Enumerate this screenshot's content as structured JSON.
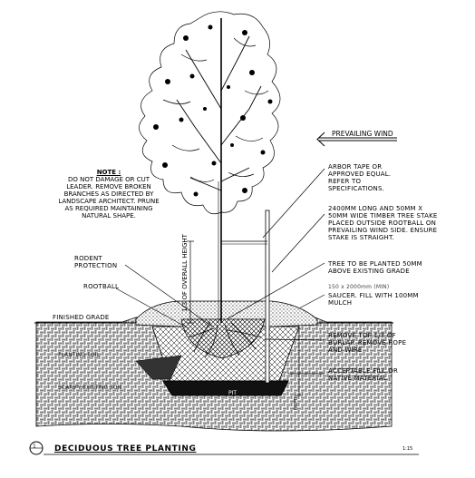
{
  "title": "DECIDUOUS TREE PLANTING",
  "scale": "1:15",
  "detail_number": "1",
  "note": {
    "heading": "NOTE :",
    "text": "DO NOT DAMAGE OR CUT LEADER. REMOVE BROKEN BRANCHES AS DIRECTED BY LANDSCAPE ARCHITECT. PRUNE AS REQUIRED MAINTAINING NATURAL SHAPE."
  },
  "prevailing_wind": "PREVAILING WIND",
  "labels": {
    "arbor_tape": "ARBOR TAPE OR APPROVED EQUAL. REFER TO SPECIFICATIONS.",
    "stake": "2400mm LONG AND 50mm X 50mm WIDE TIMBER TREE STAKE PLACED OUTSIDE ROOTBALL ON PREVAILING WIND SIDE. ENSURE STAKE IS STRAIGHT.",
    "tree_planted": "TREE TO BE PLANTED 50mm ABOVE EXISTING GRADE",
    "saucer_dim": "150 x 2000mm (MIN)",
    "saucer": "SAUCER. FILL WITH 100mm MULCH",
    "remove_burlap": "REMOVE TOP 1/3 OF BURLAP. REMOVE ROPE AND WIRE",
    "fill": "ACCEPTABLE FILL OR NATIVE MATERIAL",
    "rodent": "RODENT PROTECTION",
    "rootball": "ROOTBALL",
    "finished_grade": "FINISHED GRADE",
    "overall_height": "1/3 OF OVERALL HEIGHT",
    "faint_planting_soil": "PLANTING SOIL",
    "faint_scarify": "SCARIFY EXISTING SOIL",
    "faint_depth": "DEPTH",
    "faint_pit": "PIT",
    "faint_variable": "VARIES"
  }
}
